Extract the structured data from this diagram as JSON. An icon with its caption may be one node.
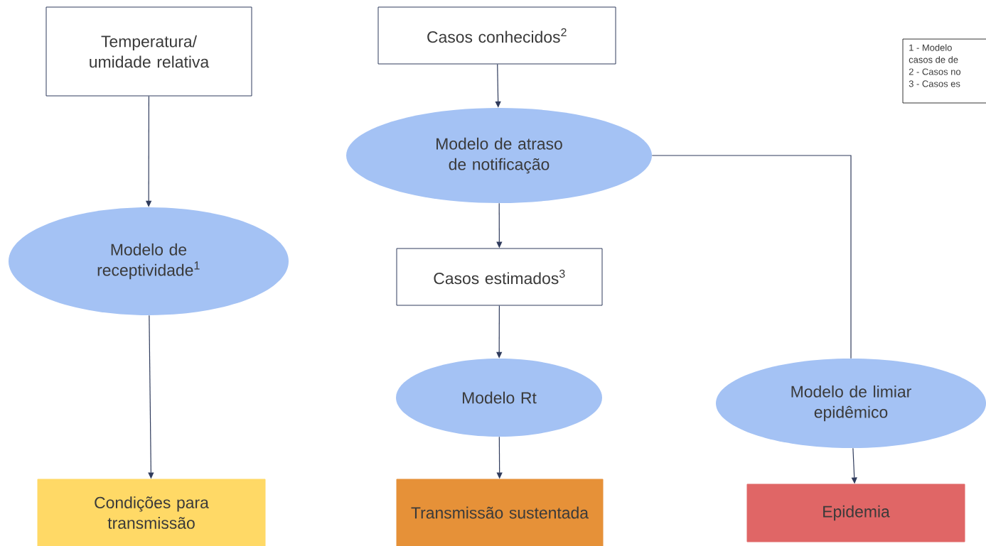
{
  "diagram": {
    "nodes": [
      {
        "text": [
          "Temperatura/ umidade relativa"
        ]
      },
      {
        "text": [
          "Casos conhecidos$^{2}$"
        ]
      },
      {
        "text": [
          "1 - Modelo",
          "casos de de",
          "2 - Casos no",
          "3 - Casos es"
        ]
      },
      {
        "text": [
          "Modelo de receptividade$^{1}$"
        ]
      },
      {
        "text": [
          "Modelo de atraso de notificação"
        ]
      },
      {
        "text": [
          "Casos estimados$^{3}$"
        ]
      },
      {
        "text": [
          "Modelo Rt"
        ]
      },
      {
        "text": [
          "Modelo de limiar epidêmico"
        ]
      },
      {
        "text": [
          "Condições para transmissão"
        ]
      },
      {
        "text": [
          "Transmissão sustentada"
        ]
      },
      {
        "text": [
          "Epidemia"
        ]
      }
    ],
    "edges": [
      {
        "from": 0,
        "to": 3,
        "arrow": "to"
      },
      {
        "from": 1,
        "to": 4,
        "arrow": "to"
      },
      {
        "from": 4,
        "to": 5,
        "arrow": "to"
      },
      {
        "from": 4,
        "to": 7,
        "arrow": "none"
      },
      {
        "from": 3,
        "to": 8,
        "arrow": "to"
      },
      {
        "from": 5,
        "to": 6,
        "arrow": "to"
      },
      {
        "from": 6,
        "to": 9,
        "arrow": "to"
      },
      {
        "from": 7,
        "to": 10,
        "arrow": "to"
      }
    ]
  }
}
